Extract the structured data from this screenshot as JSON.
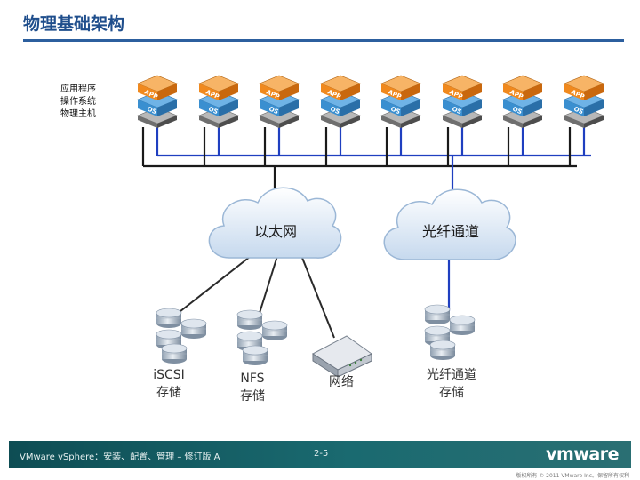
{
  "page": {
    "title": "物理基础架构",
    "legend": [
      "应用程序",
      "操作系统",
      "物理主机"
    ]
  },
  "diagram": {
    "box_labels": {
      "app": "APP",
      "os": "OS"
    },
    "host_count": 8,
    "clouds": {
      "ethernet": "以太网",
      "fibre": "光纤通道"
    },
    "storage": {
      "iscsi": [
        "iSCSI",
        "存储"
      ],
      "nfs": [
        "NFS",
        "存储"
      ],
      "network": "网络",
      "fc": [
        "光纤通道",
        "存储"
      ]
    },
    "colors": {
      "app": "#f0891e",
      "os": "#3a8fd0",
      "host": "#8c8c8c",
      "ethernet_line": "#1a1a1a",
      "fibre_line": "#1f3fc0"
    }
  },
  "footer": {
    "left": "VMware vSphere：安装、配置、管理 – 修订版 A",
    "page": "2-5",
    "logo": "vmware",
    "copyright": "版权所有 © 2011 VMware Inc。保留所有权利"
  }
}
